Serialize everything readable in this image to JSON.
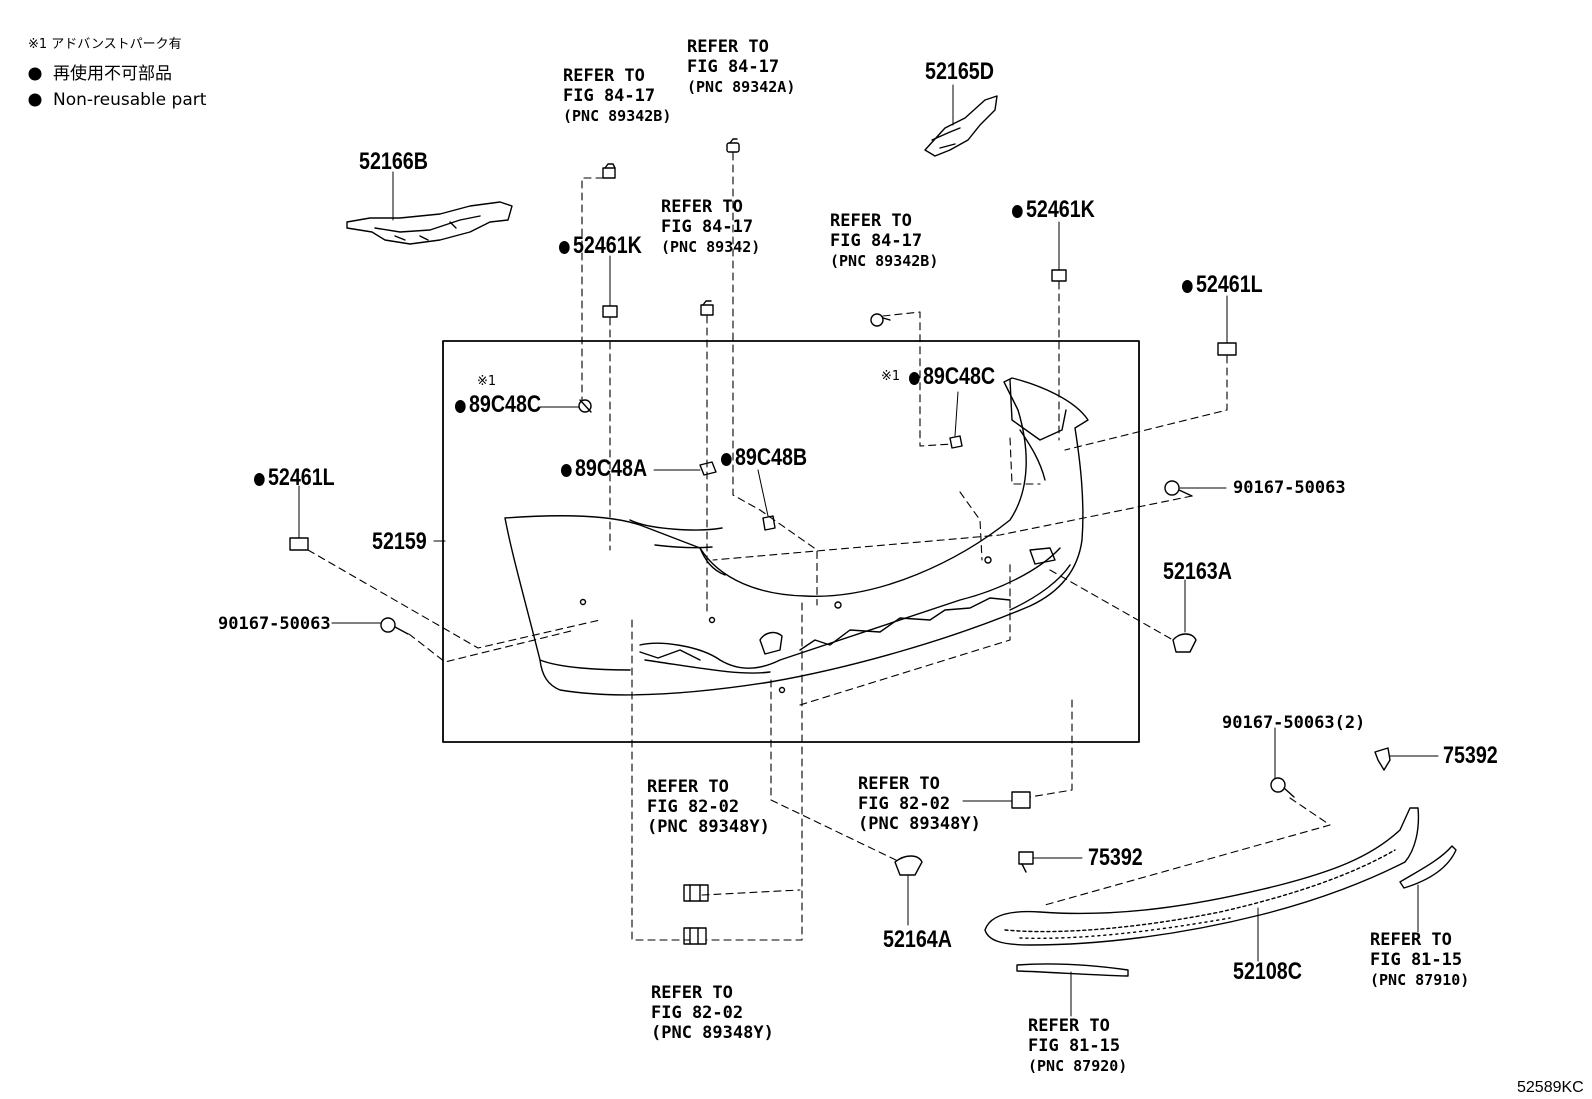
{
  "legend": {
    "note1": "※1 アドバンストパーク有",
    "nonreusable_jp": "再使用不可部品",
    "nonreusable_en": "Non-reusable part"
  },
  "refs": {
    "r1": {
      "line1": "REFER TO",
      "line2": "FIG 84-17",
      "pnc": "(PNC 89342B)"
    },
    "r2": {
      "line1": "REFER TO",
      "line2": "FIG 84-17",
      "pnc": "(PNC 89342A)"
    },
    "r3": {
      "line1": "REFER TO",
      "line2": "FIG 84-17",
      "pnc": "(PNC 89342)"
    },
    "r4": {
      "line1": "REFER TO",
      "line2": "FIG 84-17",
      "pnc": "(PNC 89342B)"
    },
    "r5": {
      "line1": "REFER TO",
      "line2": "FIG 82-02",
      "pnc": "(PNC 89348Y)"
    },
    "r6": {
      "line1": "REFER TO",
      "line2": "FIG 82-02",
      "pnc": "(PNC 89348Y)"
    },
    "r7": {
      "line1": "REFER TO",
      "line2": "FIG 82-02",
      "pnc": "(PNC 89348Y)"
    },
    "r8": {
      "line1": "REFER TO",
      "line2": "FIG 81-15",
      "pnc": "(PNC 87910)"
    },
    "r9": {
      "line1": "REFER TO",
      "line2": "FIG 81-15",
      "pnc": "(PNC 87920)"
    }
  },
  "parts": {
    "p52165D": "52165D",
    "p52166B": "52166B",
    "p52461K_left": "52461K",
    "p52461K_right": "52461K",
    "p52461L_right": "52461L",
    "p52461L_left": "52461L",
    "p89C48C_left": "89C48C",
    "p89C48C_right": "89C48C",
    "p89C48A": "89C48A",
    "p89C48B": "89C48B",
    "p52159": "52159",
    "p90167_left": "90167-50063",
    "p90167_right": "90167-50063",
    "p90167_bottom": "90167-50063(2)",
    "p52163A": "52163A",
    "p75392_right": "75392",
    "p75392_mid": "75392",
    "p52164A": "52164A",
    "p52108C": "52108C",
    "note_marker": "※1",
    "note_marker_right": "※1"
  },
  "figure_code": "52589KC"
}
